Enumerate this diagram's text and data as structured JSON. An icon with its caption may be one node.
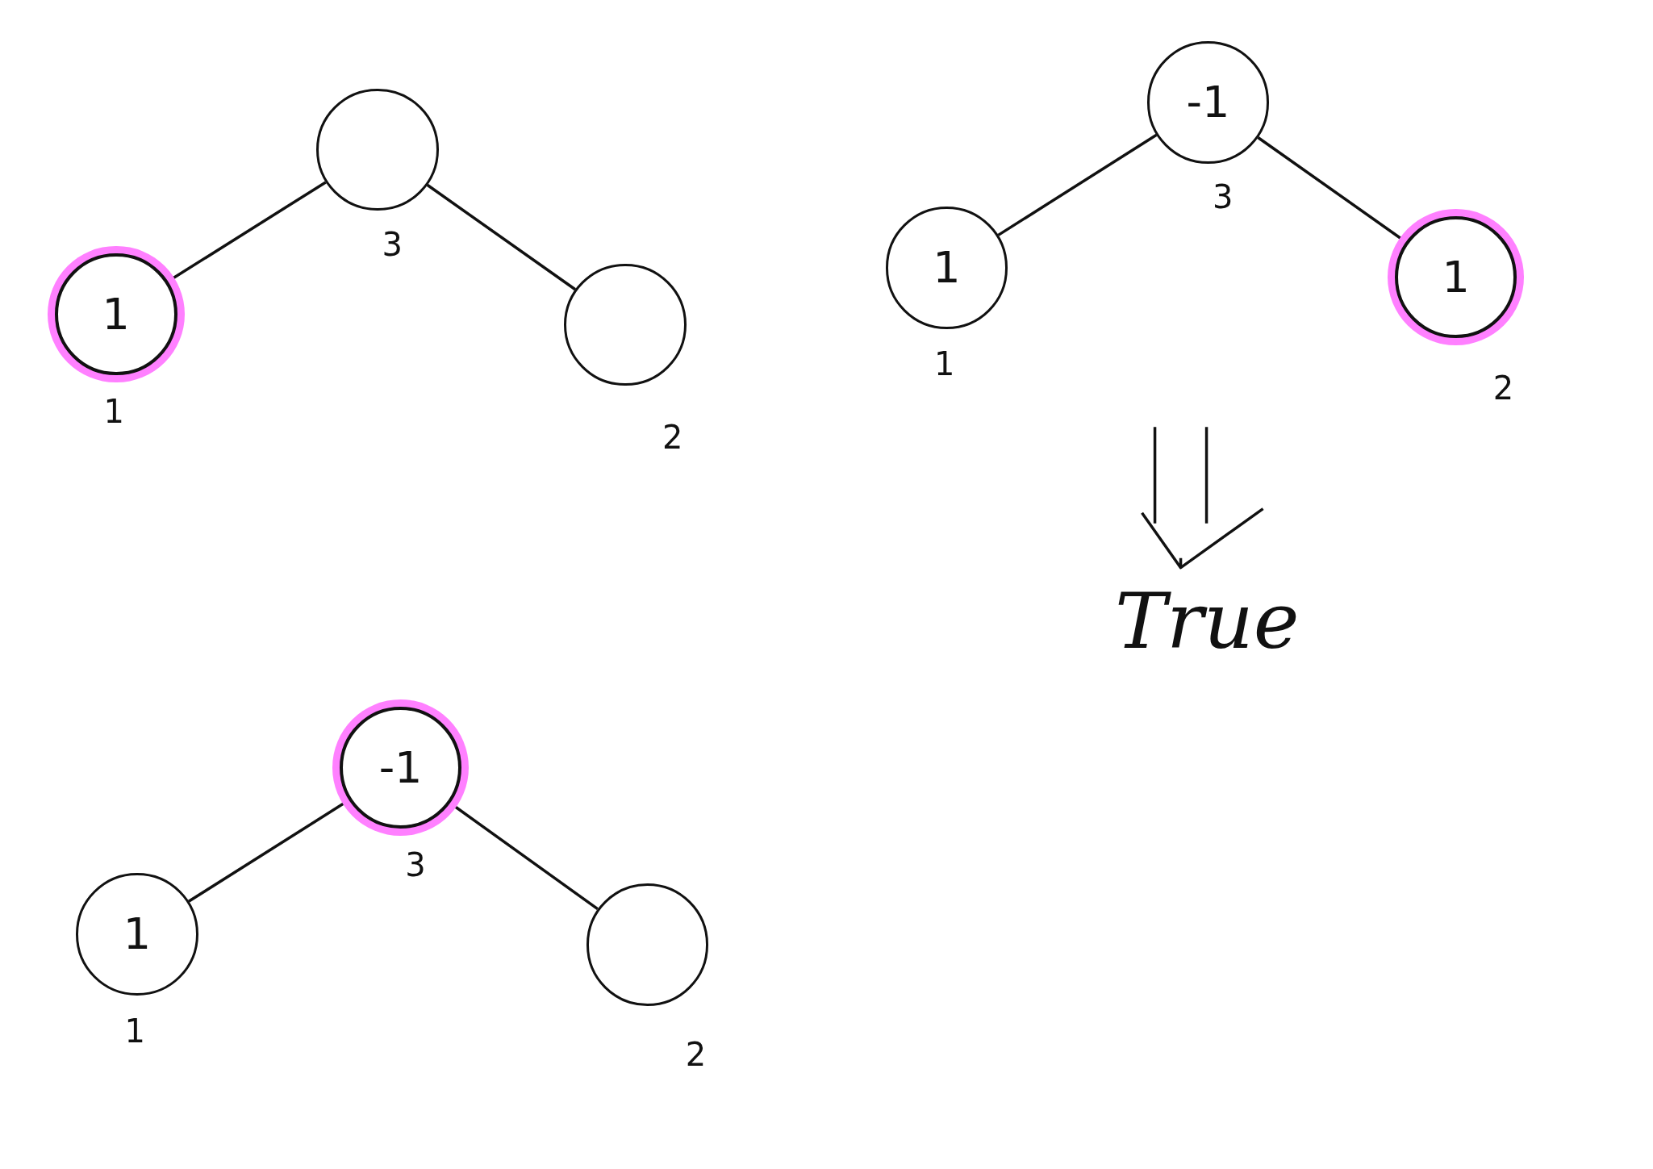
{
  "diagram": {
    "nodes": [
      {
        "text": [],
        "shape": "circle",
        "beside": [
          "3"
        ]
      },
      {
        "text": [
          "1"
        ],
        "beside": [
          "1"
        ]
      },
      {
        "text": [],
        "shape": "circle",
        "beside": [
          "2"
        ]
      },
      {
        "text": [
          "-1"
        ],
        "beside": [
          "3"
        ]
      },
      {
        "text": [
          "1"
        ],
        "beside": [
          "1"
        ]
      },
      {
        "text": [
          "1"
        ],
        "beside": [
          "2"
        ]
      },
      {
        "text": [
          "True"
        ]
      },
      {
        "text": [
          "-1"
        ],
        "beside": [
          "3"
        ]
      },
      {
        "text": [
          "1"
        ],
        "beside": [
          "1"
        ]
      },
      {
        "text": [],
        "shape": "circle",
        "beside": [
          "2"
        ]
      }
    ],
    "edges": [
      {
        "from": 0,
        "to": 1,
        "arrow": "none"
      },
      {
        "from": 0,
        "to": 2,
        "arrow": "none"
      },
      {
        "from": 3,
        "to": 4,
        "arrow": "none"
      },
      {
        "from": 3,
        "to": 5,
        "arrow": "none"
      },
      {
        "from": null,
        "to": 6,
        "arrow": "to"
      },
      {
        "from": 7,
        "to": 8,
        "arrow": "none"
      },
      {
        "from": 7,
        "to": 9,
        "arrow": "none"
      }
    ]
  }
}
